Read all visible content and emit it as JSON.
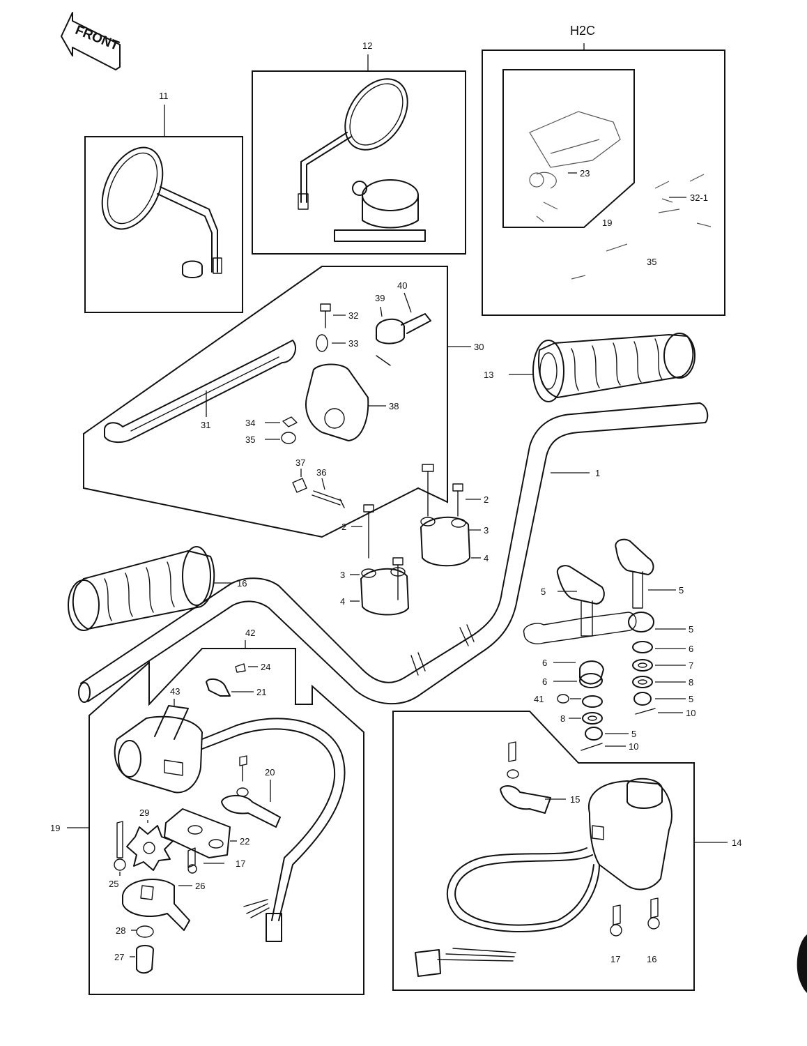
{
  "front_arrow": {
    "text": "FRONT"
  },
  "model_label": "H2C",
  "labels": {
    "l1": "1",
    "l2a": "2",
    "l2b": "2",
    "l3a": "3",
    "l3b": "3",
    "l4a": "4",
    "l4b": "4",
    "l5a": "5",
    "l5b": "5",
    "l5c": "5",
    "l5d": "5",
    "l5e": "5",
    "l6a": "6",
    "l6b": "6",
    "l6c": "6",
    "l7": "7",
    "l8a": "8",
    "l8b": "8",
    "l10a": "10",
    "l10b": "10",
    "l11": "11",
    "l12": "12",
    "l13": "13",
    "l14": "14",
    "l15": "15",
    "l16a": "16",
    "l16b": "16",
    "l17a": "17",
    "l17b": "17",
    "l19a": "19",
    "l19b": "19",
    "l20": "20",
    "l21": "21",
    "l22": "22",
    "l23": "23",
    "l24": "24",
    "l25": "25",
    "l26": "26",
    "l27": "27",
    "l28": "28",
    "l29": "29",
    "l30": "30",
    "l31": "31",
    "l32": "32",
    "l32_1": "32-1",
    "l33": "33",
    "l34": "34",
    "l35a": "35",
    "l35b": "35",
    "l36": "36",
    "l37": "37",
    "l38": "38",
    "l39": "39",
    "l40": "40",
    "l41": "41",
    "l42": "42",
    "l43": "43"
  },
  "colors": {
    "ink": "#111111",
    "paper": "#ffffff"
  }
}
